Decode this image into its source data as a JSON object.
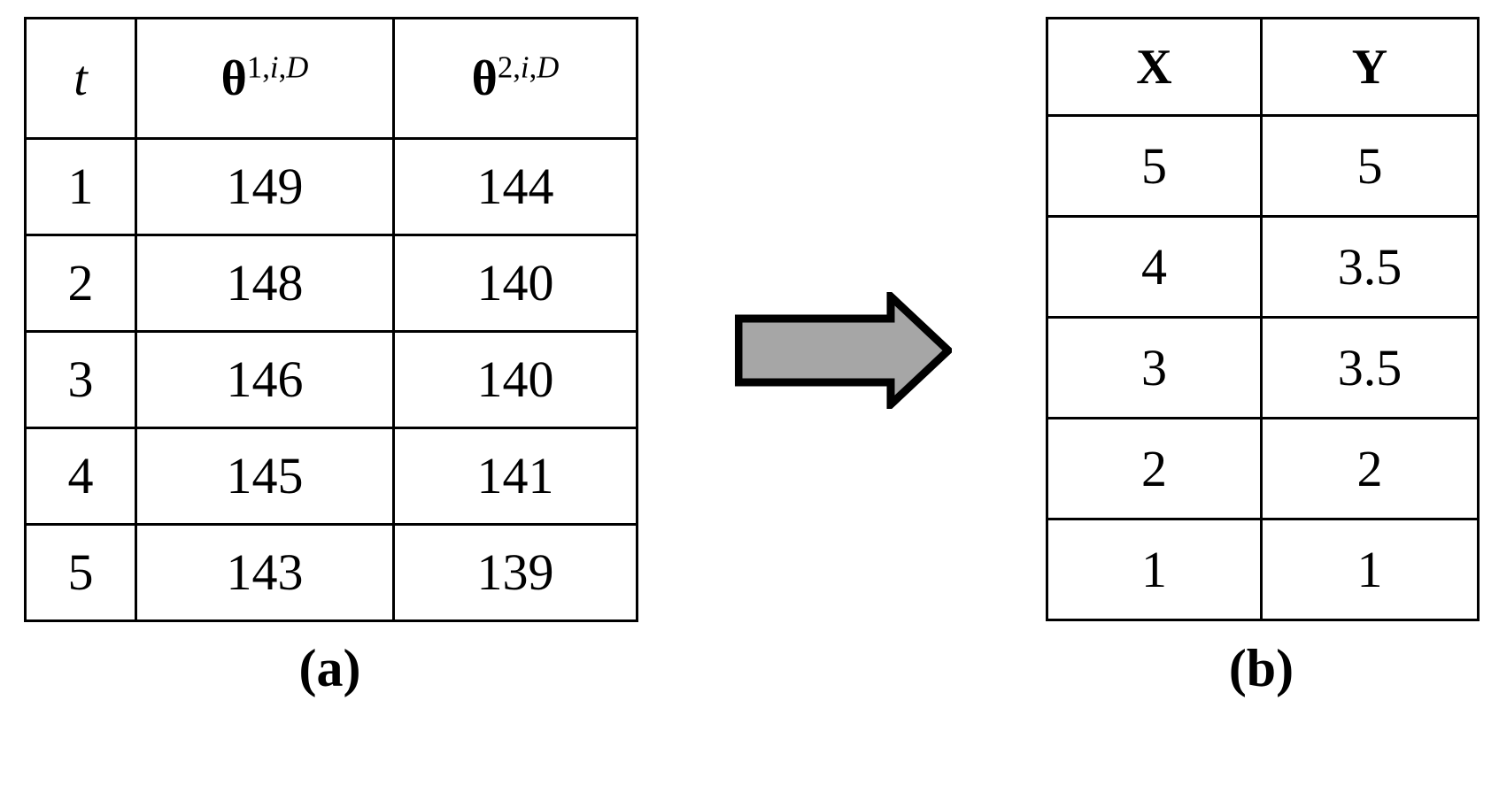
{
  "figure": {
    "arrow_icon": "right-arrow-icon",
    "arrow_fill": "#A6A6A6",
    "arrow_stroke": "#000000",
    "background": "#FFFFFF",
    "border_color": "#000000"
  },
  "panel_a": {
    "caption": "(a)",
    "table": {
      "headers": {
        "col0": "t",
        "col1_base": "θ",
        "col1_sup_parts": [
          "1",
          ",",
          "i",
          ",",
          "D"
        ],
        "col1_full": "θ1,i,D",
        "col2_base": "θ",
        "col2_sup_parts": [
          "2",
          ",",
          "i",
          ",",
          "D"
        ],
        "col2_full": "θ2,i,D"
      },
      "rows": [
        {
          "t": "1",
          "theta1": "149",
          "theta2": "144"
        },
        {
          "t": "2",
          "theta1": "148",
          "theta2": "140"
        },
        {
          "t": "3",
          "theta1": "146",
          "theta2": "140"
        },
        {
          "t": "4",
          "theta1": "145",
          "theta2": "141"
        },
        {
          "t": "5",
          "theta1": "143",
          "theta2": "139"
        }
      ]
    }
  },
  "panel_b": {
    "caption": "(b)",
    "table": {
      "headers": {
        "col0": "X",
        "col1": "Y"
      },
      "rows": [
        {
          "x": "5",
          "y": "5"
        },
        {
          "x": "4",
          "y": "3.5"
        },
        {
          "x": "3",
          "y": "3.5"
        },
        {
          "x": "2",
          "y": "2"
        },
        {
          "x": "1",
          "y": "1"
        }
      ]
    }
  }
}
